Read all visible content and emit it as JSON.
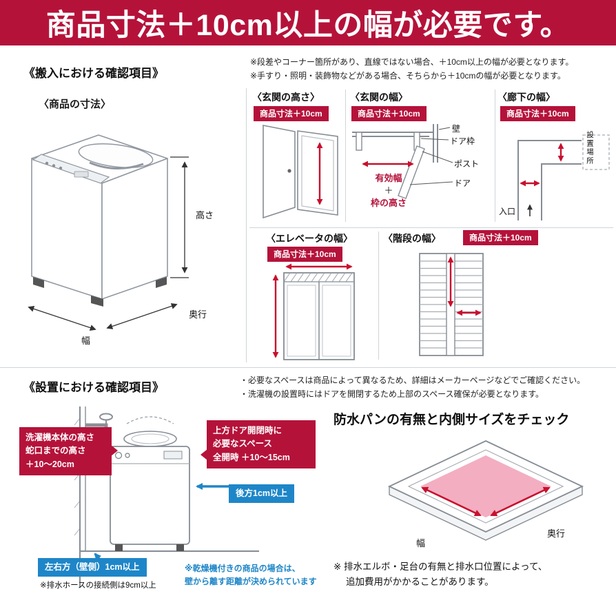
{
  "banner": {
    "title": "商品寸法＋10cm以上の幅が必要です。"
  },
  "carry_in": {
    "heading": "《搬入における確認項目》",
    "notes": [
      "※段差やコーナー箇所があり、直線ではない場合、＋10cm以上の幅が必要となります。",
      "※手すり・照明・装飾物などがある場合、そちらから＋10cmの幅が必要となります。"
    ],
    "badge_label": "商品寸法＋10cm",
    "product": {
      "title": "〈商品の寸法〉",
      "height": "高さ",
      "depth": "奥行",
      "width": "幅"
    },
    "entrance_height": {
      "title": "〈玄関の高さ〉"
    },
    "entrance_width": {
      "title": "〈玄関の幅〉",
      "wall": "壁",
      "door_frame": "ドア枠",
      "post": "ポスト",
      "door": "ドア",
      "effective_width": "有効幅",
      "plus": "＋",
      "frame_height": "枠の高さ"
    },
    "hallway_width": {
      "title": "〈廊下の幅〉",
      "place": "設置場所",
      "entrance": "入口"
    },
    "elevator_width": {
      "title": "〈エレベータの幅〉"
    },
    "stairs_width": {
      "title": "〈階段の幅〉"
    }
  },
  "installation": {
    "heading": "《設置における確認項目》",
    "notes": [
      "・必要なスペースは商品によって異なるため、詳細はメーカーページなどでご確認ください。",
      "・洗濯機の設置時にはドアを開閉するため上部のスペース確保が必要となります。"
    ],
    "faucet_callout": "洗濯機本体の高さ\n蛇口までの高さ\n＋10～20cm",
    "top_door_callout": "上方ドア開閉時に\n必要なスペース\n全開時 ＋10～15cm",
    "rear_callout": "後方1cm以上",
    "side_callout": "左右方（壁側）1cm以上",
    "drain_note": "※排水ホースの接続側は9cm以上",
    "dryer_note": "※乾燥機付きの商品の場合は、\n壁から離す距離が決められています",
    "pan": {
      "heading": "防水パンの有無と内側サイズをチェック",
      "width": "幅",
      "depth": "奥行",
      "note_line1": "※ 排水エルボ・足台の有無と排水口位置によって、",
      "note_line2": "追加費用がかかることがあります。"
    }
  },
  "colors": {
    "crimson": "#b5123a",
    "blue": "#1e86c8",
    "pink": "#f3aec2"
  }
}
